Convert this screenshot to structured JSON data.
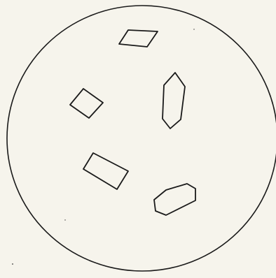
{
  "figure": {
    "background_color": "#f6f4ec",
    "ink_color": "#1a1a1a",
    "field": {
      "shape": "circle"
    },
    "crystals": [
      {
        "shape": "rhomb"
      },
      {
        "shape": "elongated-hexagonal-prism"
      },
      {
        "shape": "rhomb"
      },
      {
        "shape": "rectangular-tablet"
      },
      {
        "shape": "elongated-hexagonal-plate"
      }
    ],
    "specks": 3
  }
}
